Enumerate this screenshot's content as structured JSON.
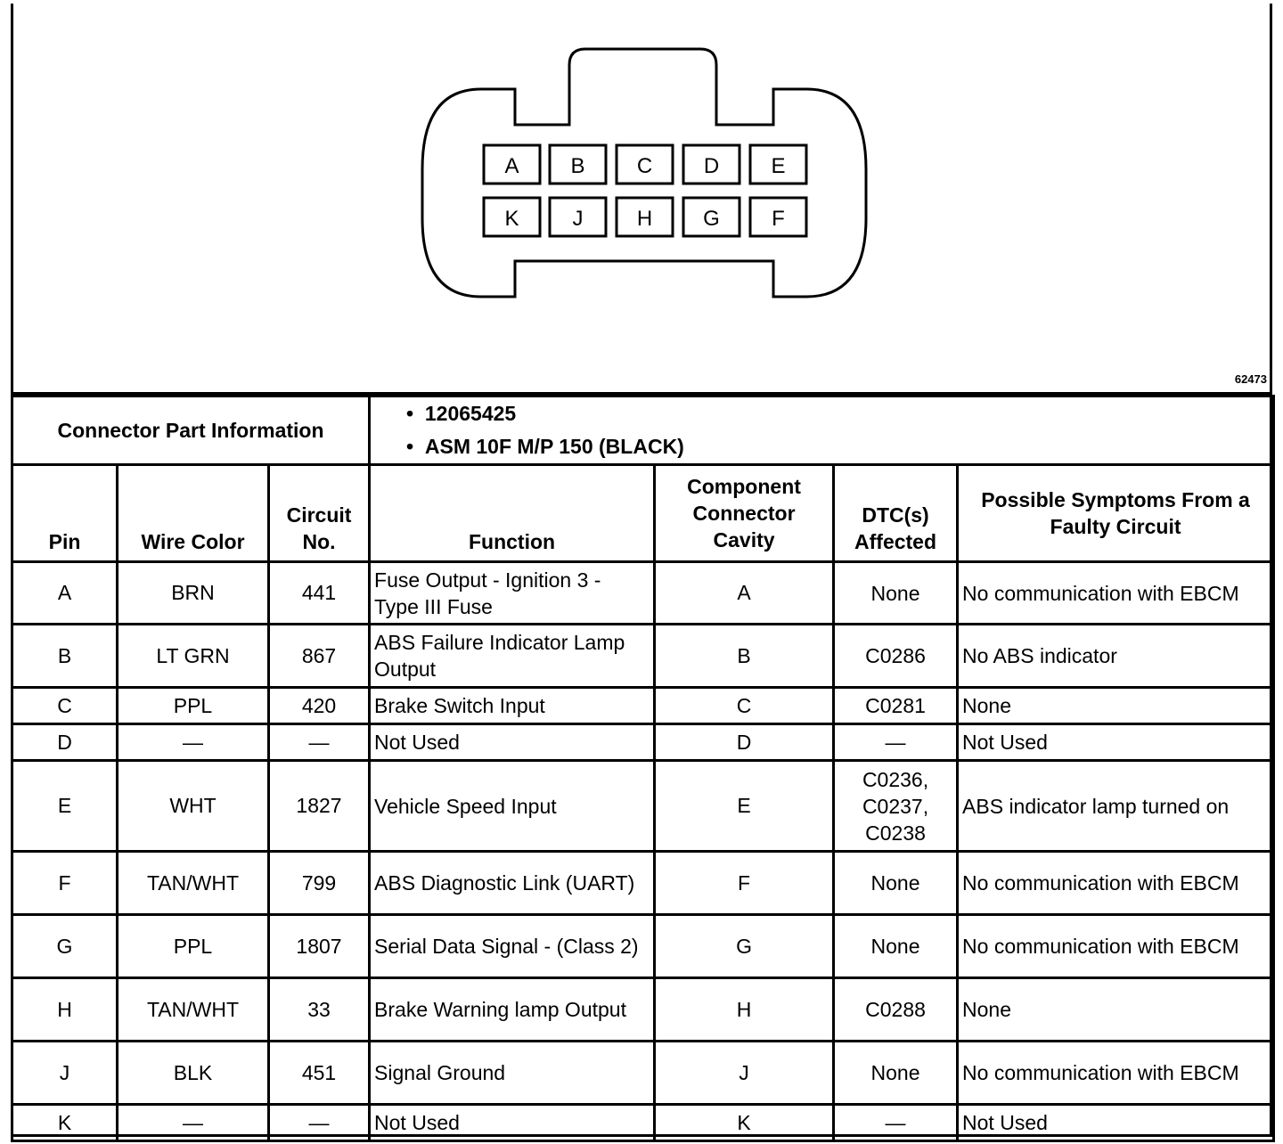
{
  "connector": {
    "figure_id": "62473",
    "pins_top": [
      "A",
      "B",
      "C",
      "D",
      "E"
    ],
    "pins_bottom": [
      "K",
      "J",
      "H",
      "G",
      "F"
    ]
  },
  "part_info": {
    "label": "Connector Part Information",
    "items": [
      "12065425",
      "ASM 10F M/P 150 (BLACK)"
    ]
  },
  "table": {
    "headers": {
      "pin": "Pin",
      "wire_color": "Wire Color",
      "circuit_no": "Circuit No.",
      "function": "Function",
      "cavity": "Component Connector Cavity",
      "dtc": "DTC(s) Affected",
      "symptoms": "Possible Symptoms From a Faulty Circuit"
    },
    "rows": [
      {
        "pin": "A",
        "wire": "BRN",
        "circuit": "441",
        "function": "Fuse Output - Ignition 3 - Type III Fuse",
        "cavity": "A",
        "dtc": "None",
        "symptoms": "No communication with EBCM"
      },
      {
        "pin": "B",
        "wire": "LT GRN",
        "circuit": "867",
        "function": "ABS Failure Indicator Lamp Output",
        "cavity": "B",
        "dtc": "C0286",
        "symptoms": "No ABS indicator"
      },
      {
        "pin": "C",
        "wire": "PPL",
        "circuit": "420",
        "function": "Brake Switch Input",
        "cavity": "C",
        "dtc": "C0281",
        "symptoms": "None"
      },
      {
        "pin": "D",
        "wire": "—",
        "circuit": "—",
        "function": "Not Used",
        "cavity": "D",
        "dtc": "—",
        "symptoms": "Not Used"
      },
      {
        "pin": "E",
        "wire": "WHT",
        "circuit": "1827",
        "function": "Vehicle Speed Input",
        "cavity": "E",
        "dtc": "C0236, C0237, C0238",
        "symptoms": "ABS indicator lamp turned on"
      },
      {
        "pin": "F",
        "wire": "TAN/WHT",
        "circuit": "799",
        "function": "ABS Diagnostic Link (UART)",
        "cavity": "F",
        "dtc": "None",
        "symptoms": "No communication with EBCM"
      },
      {
        "pin": "G",
        "wire": "PPL",
        "circuit": "1807",
        "function": "Serial Data Signal - (Class 2)",
        "cavity": "G",
        "dtc": "None",
        "symptoms": "No communication with EBCM"
      },
      {
        "pin": "H",
        "wire": "TAN/WHT",
        "circuit": "33",
        "function": "Brake Warning lamp Output",
        "cavity": "H",
        "dtc": "C0288",
        "symptoms": "None"
      },
      {
        "pin": "J",
        "wire": "BLK",
        "circuit": "451",
        "function": "Signal Ground",
        "cavity": "J",
        "dtc": "None",
        "symptoms": "No communication with EBCM"
      },
      {
        "pin": "K",
        "wire": "—",
        "circuit": "—",
        "function": "Not Used",
        "cavity": "K",
        "dtc": "—",
        "symptoms": "Not Used"
      }
    ]
  }
}
